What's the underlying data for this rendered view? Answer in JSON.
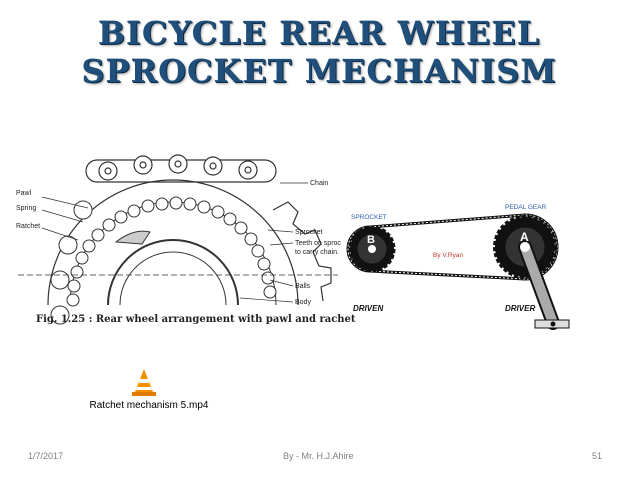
{
  "title": {
    "line1": "BICYCLE REAR WHEEL",
    "line2": "SPROCKET MECHANISM"
  },
  "figure1": {
    "labels": {
      "pawl": "Pawl",
      "spring": "Spring",
      "ratchet": "Ratchet",
      "chain": "Chain",
      "sprocket": "Sprocket",
      "teeth1": "Teeth on sproc",
      "teeth2": "to carry chain.",
      "balls": "Balls",
      "body": "Body"
    },
    "caption": "Fig. 1.25 : Rear wheel arrangement with pawl and rachet"
  },
  "figure2": {
    "sprocket_label": "SPROCKET",
    "pedal_label": "PEDAL GEAR",
    "gear_b": "B",
    "gear_a": "A",
    "credit": "By V.Ryan",
    "driven": "DRIVEN",
    "driver": "DRIVER",
    "colors": {
      "title_blue": "#1f4f7a",
      "label_blue": "#2a5db0",
      "credit_red": "#c0392b"
    }
  },
  "video": {
    "filename": "Ratchet mechanism 5.mp4",
    "icon": "vlc-cone-icon"
  },
  "footer": {
    "date": "1/7/2017",
    "author": "By - Mr. H.J.Ahire",
    "page": "51"
  }
}
